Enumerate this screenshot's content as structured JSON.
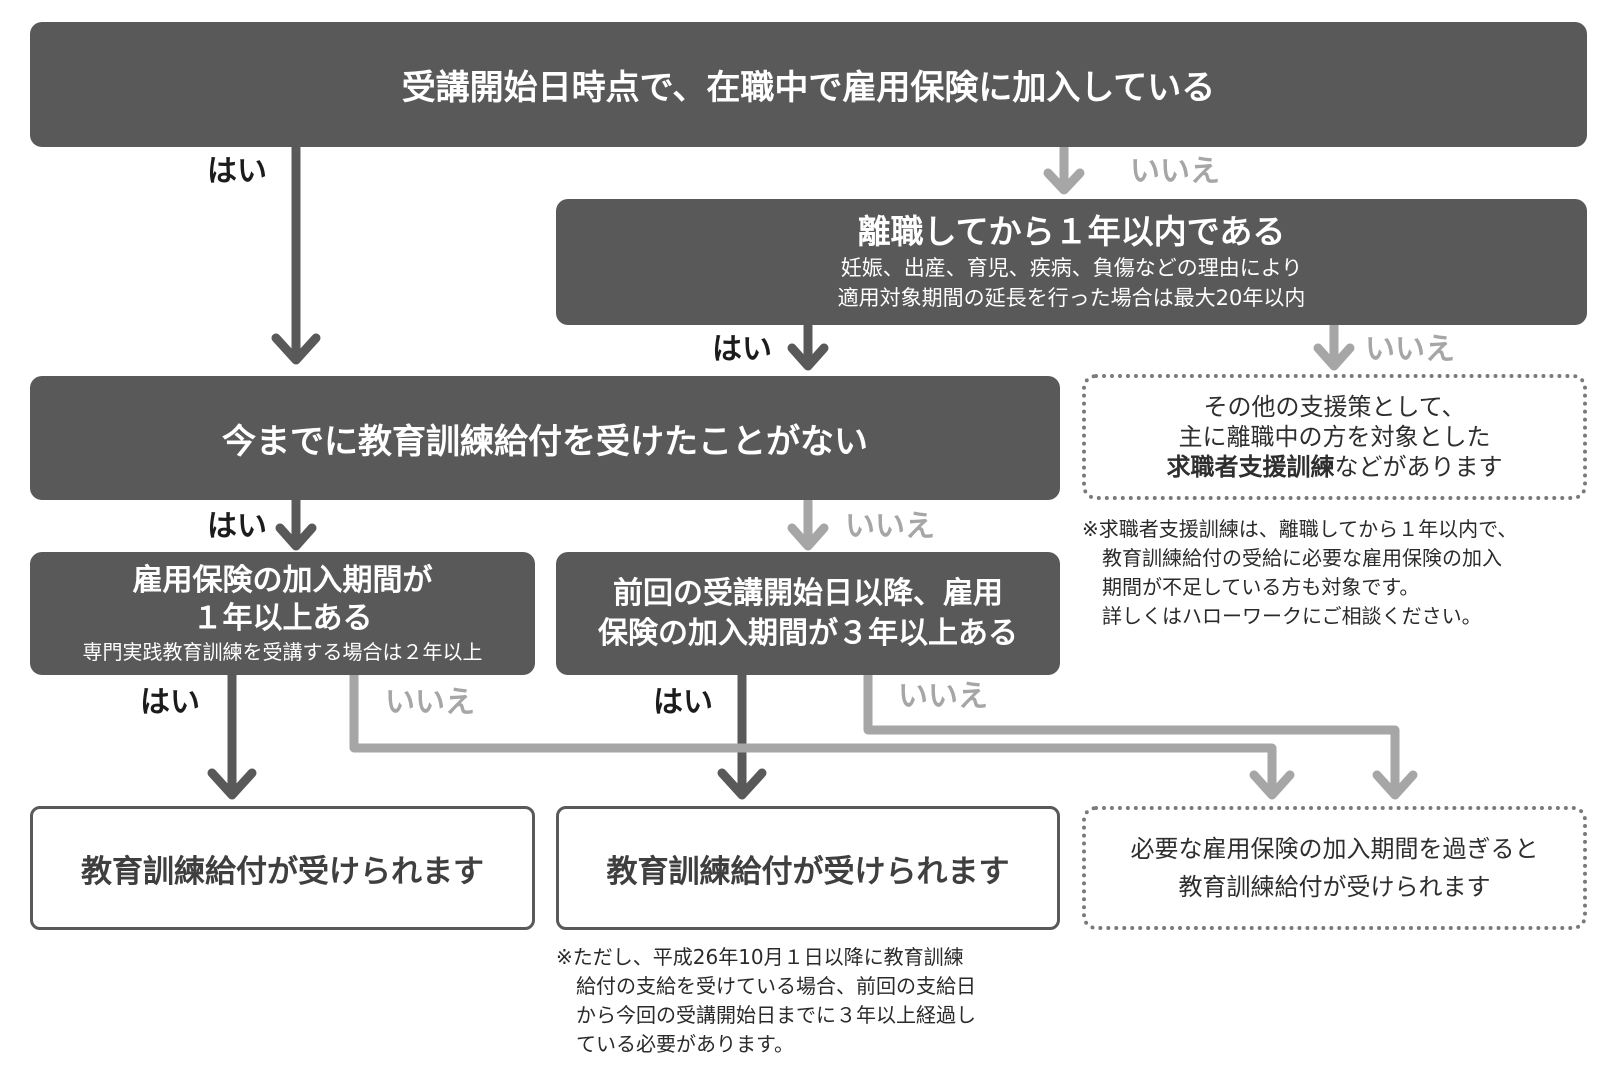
{
  "q1": {
    "text": "受講開始日時点で、在職中で雇用保険に加入している"
  },
  "q2": {
    "title": "離職してから１年以内である",
    "sub1": "妊娠、出産、育児、疾病、負傷などの理由により",
    "sub2": "適用対象期間の延長を行った場合は最大20年以内"
  },
  "q3": {
    "text": "今までに教育訓練給付を受けたことがない"
  },
  "q4": {
    "line1": "雇用保険の加入期間が",
    "line2": "１年以上ある",
    "sub": "専門実践教育訓練を受講する場合は２年以上"
  },
  "q5": {
    "line1": "前回の受講開始日以降、雇用",
    "line2": "保険の加入期間が３年以上ある"
  },
  "other_support": {
    "line1": "その他の支援策として、",
    "line2": "主に離職中の方を対象とした",
    "bold": "求職者支援訓練",
    "rest": "などがあります"
  },
  "other_note": "※求職者支援訓練は、離職してから１年以内で、\n　教育訓練給付の受給に必要な雇用保険の加入\n　期間が不足している方も対象です。\n　詳しくはハローワークにご相談ください。",
  "result1": "教育訓練給付が受けられます",
  "result2": "教育訓練給付が受けられます",
  "result3": {
    "line1": "必要な雇用保険の加入期間を過ぎると",
    "line2": "教育訓練給付が受けられます"
  },
  "result2_note": "※ただし、平成26年10月１日以降に教育訓練\n　給付の支給を受けている場合、前回の支給日\n　から今回の受講開始日までに３年以上経過し\n　ている必要があります。",
  "labels": {
    "yes": "はい",
    "no": "いいえ"
  },
  "colors": {
    "dark_box": "#595959",
    "yes_arrow": "#595959",
    "no_arrow": "#a6a6a6",
    "dotted_border": "#7a7a7a"
  }
}
